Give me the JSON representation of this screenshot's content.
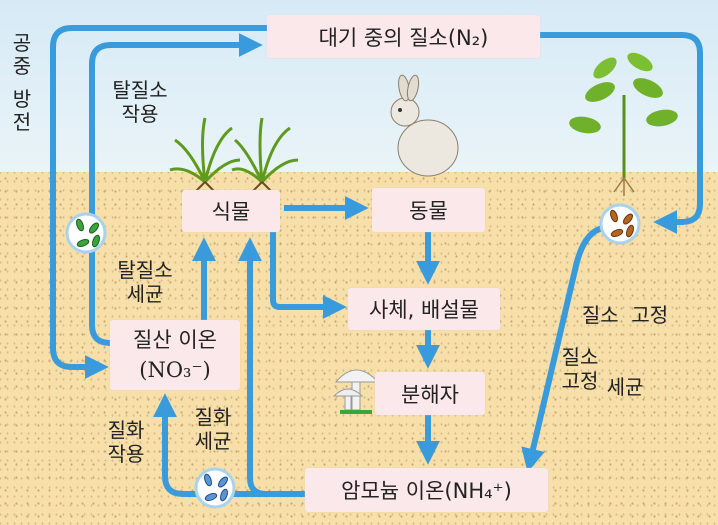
{
  "nodes": {
    "atmosphere": "대기 중의 질소(N₂)",
    "plant": "식물",
    "animal": "동물",
    "remains": "사체, 배설물",
    "decomposer": "분해자",
    "nitrate_line1": "질산 이온",
    "nitrate_line2": "(NO₃⁻)",
    "ammonium": "암모늄 이온(NH₄⁺)"
  },
  "labels": {
    "lightning_1": "공중",
    "lightning_2": "방전",
    "denitrification_1": "탈질소",
    "denitrification_2": "작용",
    "denitrifying_bacteria_1": "탈질소",
    "denitrifying_bacteria_2": "세균",
    "nitrification_1": "질화",
    "nitrification_2": "작용",
    "nitrifying_bacteria_1": "질화",
    "nitrifying_bacteria_2": "세균",
    "fixing_bacteria_1": "질소  고정",
    "fixing_bacteria_2": "세균",
    "fixation_1": "질소",
    "fixation_2": "고정"
  },
  "colors": {
    "arrow": "#3a9bdc",
    "box": "#fbe8ea",
    "sky": "#d6eaf6",
    "soil": "#f6dfa9"
  }
}
